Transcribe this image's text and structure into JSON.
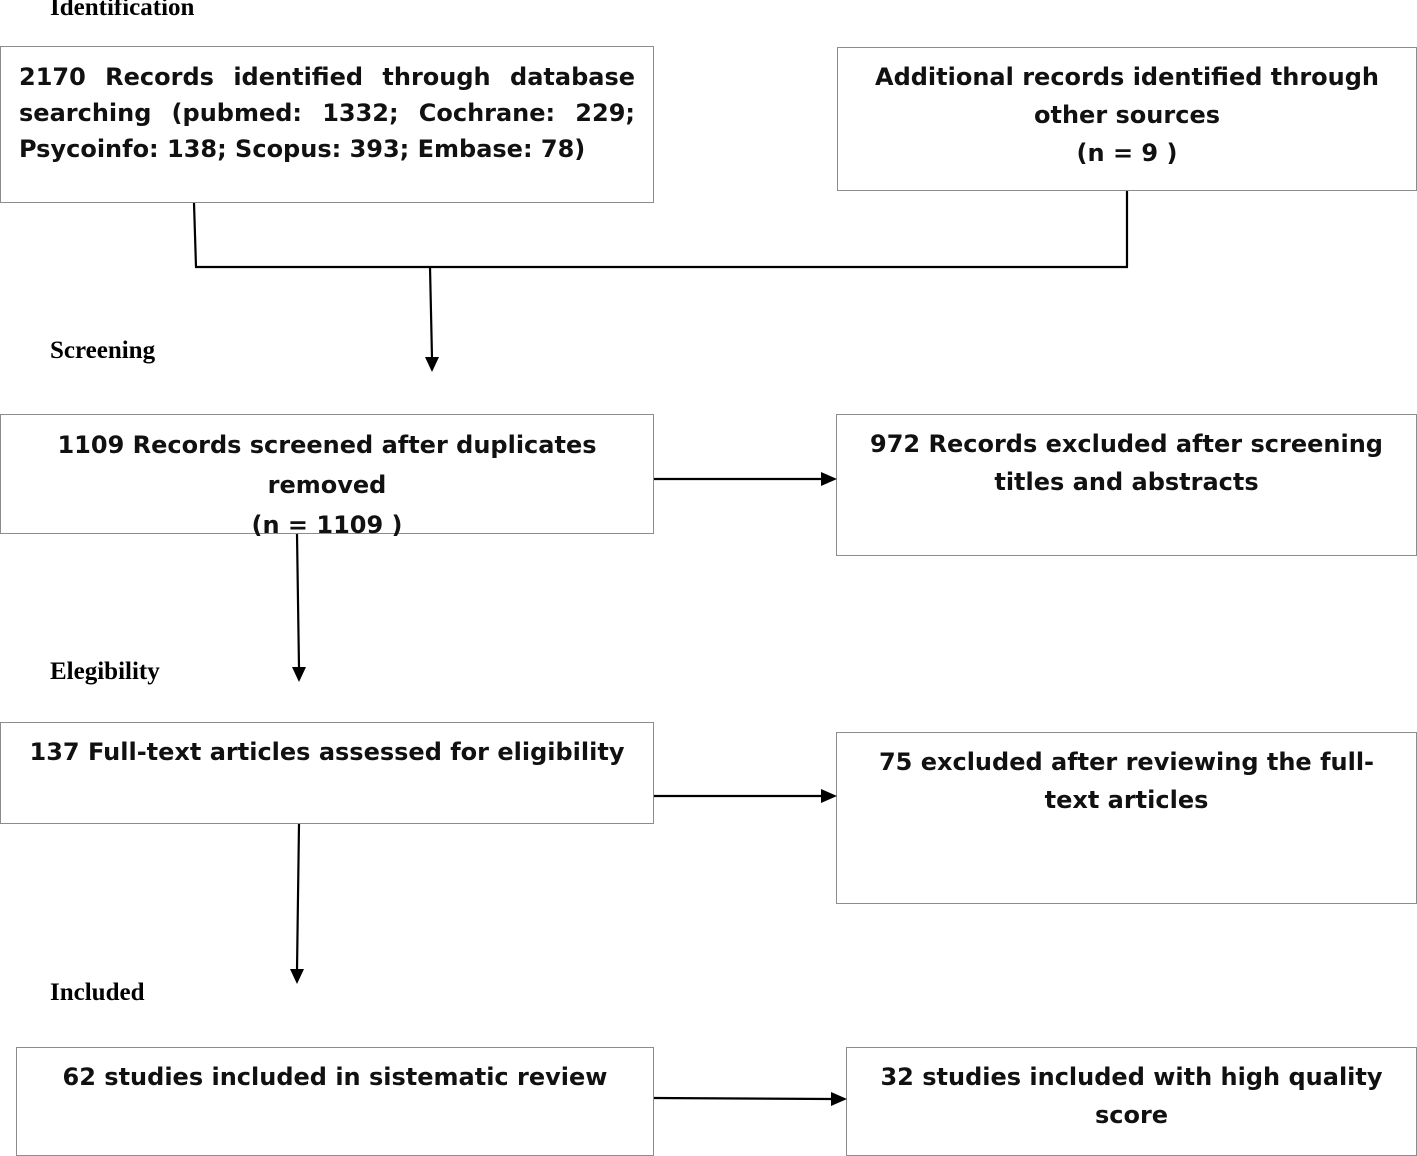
{
  "stages": {
    "identification": "Identification",
    "screening": "Screening",
    "eligibility": "Elegibility",
    "included": "Included"
  },
  "boxes": {
    "database_search": "2170 Records identified through database searching (pubmed: 1332; Cochrane: 229; Psycoinfo: 138; Scopus: 393; Embase: 78)",
    "other_sources": {
      "line1": "Additional records identified through other sources",
      "line2": "(n = 9 )"
    },
    "screened": {
      "line1": "1109 Records screened after duplicates removed",
      "line2": "(n =  1109 )"
    },
    "excluded_screening": "972  Records excluded after screening titles and abstracts",
    "fulltext_assessed": "137 Full-text articles assessed for eligibility",
    "excluded_fulltext": "75  excluded after reviewing the full-text articles",
    "included_review": "62 studies included in sistematic review",
    "high_quality": "32 studies included with high quality score"
  },
  "colors": {
    "border": "#8c8c8c",
    "arrow": "#000000",
    "text": "#111111"
  }
}
